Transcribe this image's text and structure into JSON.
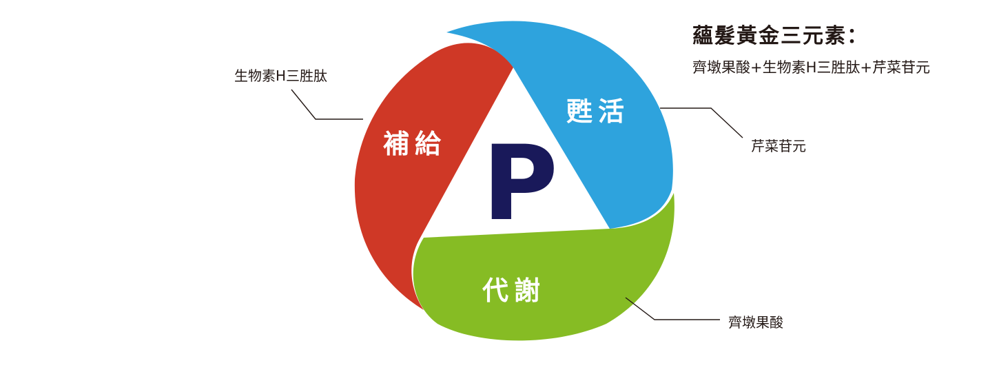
{
  "heading": {
    "title": "蘊髮黃金三元素：",
    "subtitle": "齊墩果酸+生物素H三胜肽+芹菜苷元"
  },
  "center": {
    "letter": "P"
  },
  "segments": [
    {
      "id": "supplement",
      "label": "補給",
      "color": "#cf3826"
    },
    {
      "id": "revive",
      "label": "甦活",
      "color": "#2ea3dd"
    },
    {
      "id": "metabolism",
      "label": "代謝",
      "color": "#86bc24"
    }
  ],
  "callouts": [
    {
      "id": "biotin",
      "text": "生物素H三胜肽"
    },
    {
      "id": "apigenin",
      "text": "芹菜苷元"
    },
    {
      "id": "oleanolic",
      "text": "齊墩果酸"
    }
  ]
}
